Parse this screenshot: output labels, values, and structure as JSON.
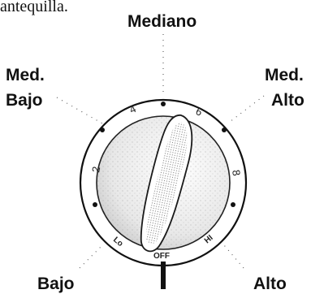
{
  "top_fragment": "antequilla.",
  "labels": {
    "mediano": "Mediano",
    "med_bajo_line1": "Med.",
    "med_bajo_line2": "Bajo",
    "med_alto_line1": "Med.",
    "med_alto_line2": "Alto",
    "bajo": "Bajo",
    "alto": "Alto"
  },
  "dial": {
    "numbers": [
      "2",
      "4",
      "6",
      "8"
    ],
    "lo": "Lo",
    "hi": "HI",
    "off": "OFF"
  }
}
